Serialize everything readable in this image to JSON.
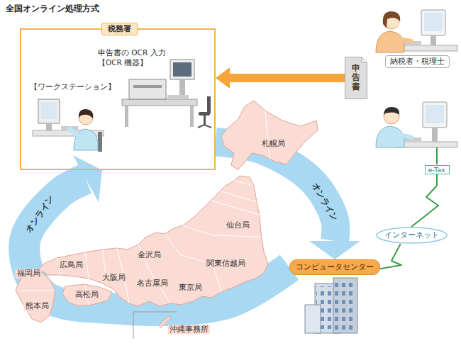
{
  "diagram": {
    "title": "全国オンライン処理方式",
    "nodes": [
      {
        "text": [
          "税務署",
          "申告書の OCR 入力 【OCR 機器】",
          "【ワークステーション】"
        ]
      },
      {
        "text": [
          "申告書"
        ]
      },
      {
        "text": [
          "納税者・税理士"
        ]
      },
      {
        "text": [
          "e-Tax"
        ]
      },
      {
        "text": [
          "インターネット"
        ]
      },
      {
        "text": [
          "コンピュータセンター"
        ]
      }
    ],
    "edges": [
      {
        "from": 1,
        "to": 0,
        "arrow": "to"
      },
      {
        "from": 3,
        "to": 4,
        "arrow": "none"
      },
      {
        "from": 4,
        "to": 5,
        "arrow": "none"
      },
      {
        "from": 0,
        "to": 5,
        "label": "オンライン",
        "arrow": "to"
      },
      {
        "from": 5,
        "to": 0,
        "label": "オンライン",
        "arrow": "to"
      }
    ],
    "labels": [
      "札幌局",
      "仙台局",
      "金沢局",
      "関東信越局",
      "広島局",
      "大阪局",
      "名古屋局",
      "東京局",
      "福岡局",
      "高松局",
      "熊本局",
      "沖縄事務所"
    ]
  }
}
